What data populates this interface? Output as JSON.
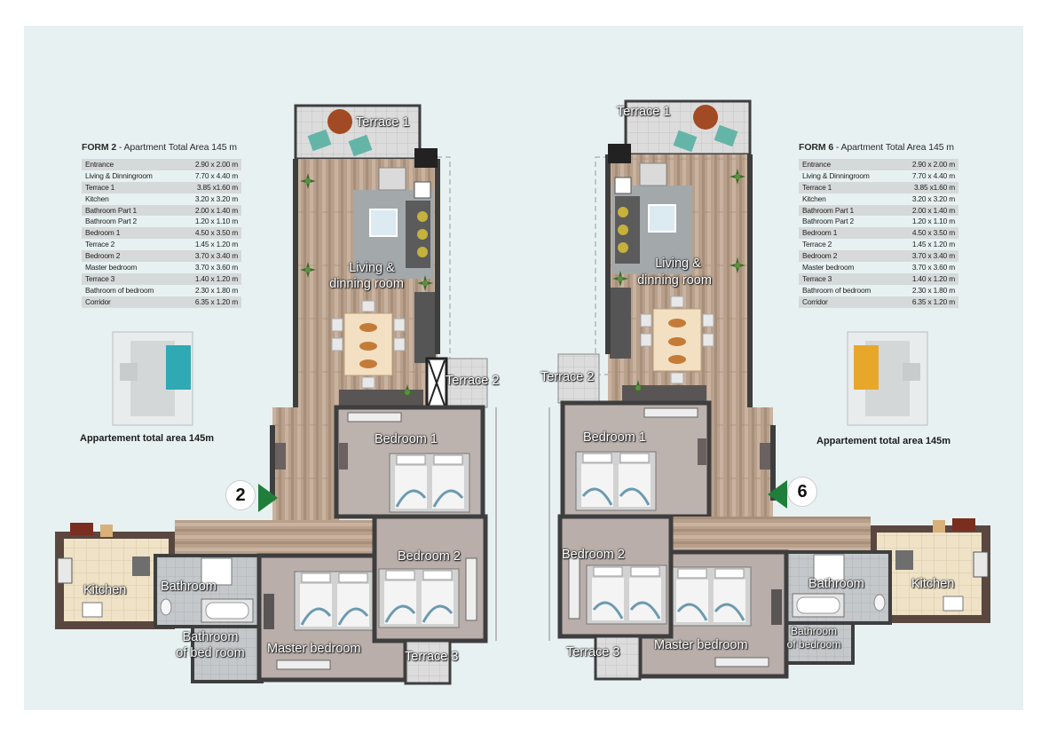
{
  "left": {
    "table": {
      "title_bold": "FORM 2",
      "title_rest": " - Apartment Total Area 145 m",
      "rows": [
        {
          "name": "Entrance",
          "size": "2.90 x 2.00 m"
        },
        {
          "name": "Living & Dinningroom",
          "size": "7.70 x 4.40 m"
        },
        {
          "name": "Terrace 1",
          "size": "3.85 x1.60 m"
        },
        {
          "name": "Kitchen",
          "size": "3.20 x 3.20 m"
        },
        {
          "name": "Bathroom Part 1",
          "size": "2.00 x 1.40 m"
        },
        {
          "name": "Bathroom Part 2",
          "size": "1.20 x 1.10 m"
        },
        {
          "name": "Bedroom 1",
          "size": "4.50 x 3.50 m"
        },
        {
          "name": "Terrace 2",
          "size": "1.45 x 1.20 m"
        },
        {
          "name": "Bedroom 2",
          "size": "3.70 x 3.40 m"
        },
        {
          "name": "Master bedroom",
          "size": "3.70 x 3.60 m"
        },
        {
          "name": "Terrace 3",
          "size": "1.40 x 1.20 m"
        },
        {
          "name": "Bathroom of bedroom",
          "size": "2.30 x 1.80 m"
        },
        {
          "name": "Corridor",
          "size": "6.35 x 1.20 m"
        }
      ]
    },
    "caption": "Appartement total area 145m",
    "badge": "2",
    "rooms": {
      "terrace1": "Terrace 1",
      "living1": "Living &",
      "living2": "dinning room",
      "terrace2": "Terrace 2",
      "bedroom1": "Bedroom 1",
      "bedroom2": "Bedroom 2",
      "kitchen": "Kitchen",
      "bathroom": "Bathroom",
      "bath_bed1": "Bathroom",
      "bath_bed2": "of bed room",
      "master": "Master bedroom",
      "terrace3": "Terrace 3"
    }
  },
  "right": {
    "table": {
      "title_bold": "FORM 6",
      "title_rest": " - Apartment Total Area 145 m",
      "rows": [
        {
          "name": "Entrance",
          "size": "2.90 x 2.00 m"
        },
        {
          "name": "Living & Dinningroom",
          "size": "7.70 x 4.40 m"
        },
        {
          "name": "Terrace 1",
          "size": "3.85 x1.60 m"
        },
        {
          "name": "Kitchen",
          "size": "3.20 x 3.20 m"
        },
        {
          "name": "Bathroom Part 1",
          "size": "2.00 x 1.40 m"
        },
        {
          "name": "Bathroom Part 2",
          "size": "1.20 x 1.10 m"
        },
        {
          "name": "Bedroom 1",
          "size": "4.50 x 3.50 m"
        },
        {
          "name": "Terrace 2",
          "size": "1.45 x 1.20 m"
        },
        {
          "name": "Bedroom 2",
          "size": "3.70 x 3.40 m"
        },
        {
          "name": "Master bedroom",
          "size": "3.70 x 3.60 m"
        },
        {
          "name": "Terrace 3",
          "size": "1.40 x 1.20 m"
        },
        {
          "name": "Bathroom of bedroom",
          "size": "2.30 x 1.80 m"
        },
        {
          "name": "Corridor",
          "size": "6.35 x 1.20 m"
        }
      ]
    },
    "caption": "Appartement total area 145m",
    "badge": "6",
    "rooms": {
      "terrace1": "Terrace 1",
      "living1": "Living &",
      "living2": "dinning room",
      "terrace2": "Terrace 2",
      "bedroom1": "Bedroom 1",
      "bedroom2": "Bedroom 2",
      "kitchen": "Kitchen",
      "bathroom": "Bathroom",
      "bath_bed1": "Bathroom",
      "bath_bed2": "of bedroom",
      "master": "Master bedroom",
      "terrace3": "Terrace 3"
    }
  },
  "colors": {
    "background": "#e7f1f1",
    "wood_floor": "#b59a84",
    "wall": "#3e3e3e",
    "kitchen_floor": "#ece0c4",
    "tile": "#c9ccce",
    "bedroom_floor": "#b8aeaa",
    "arrow": "#1f7f3a"
  }
}
